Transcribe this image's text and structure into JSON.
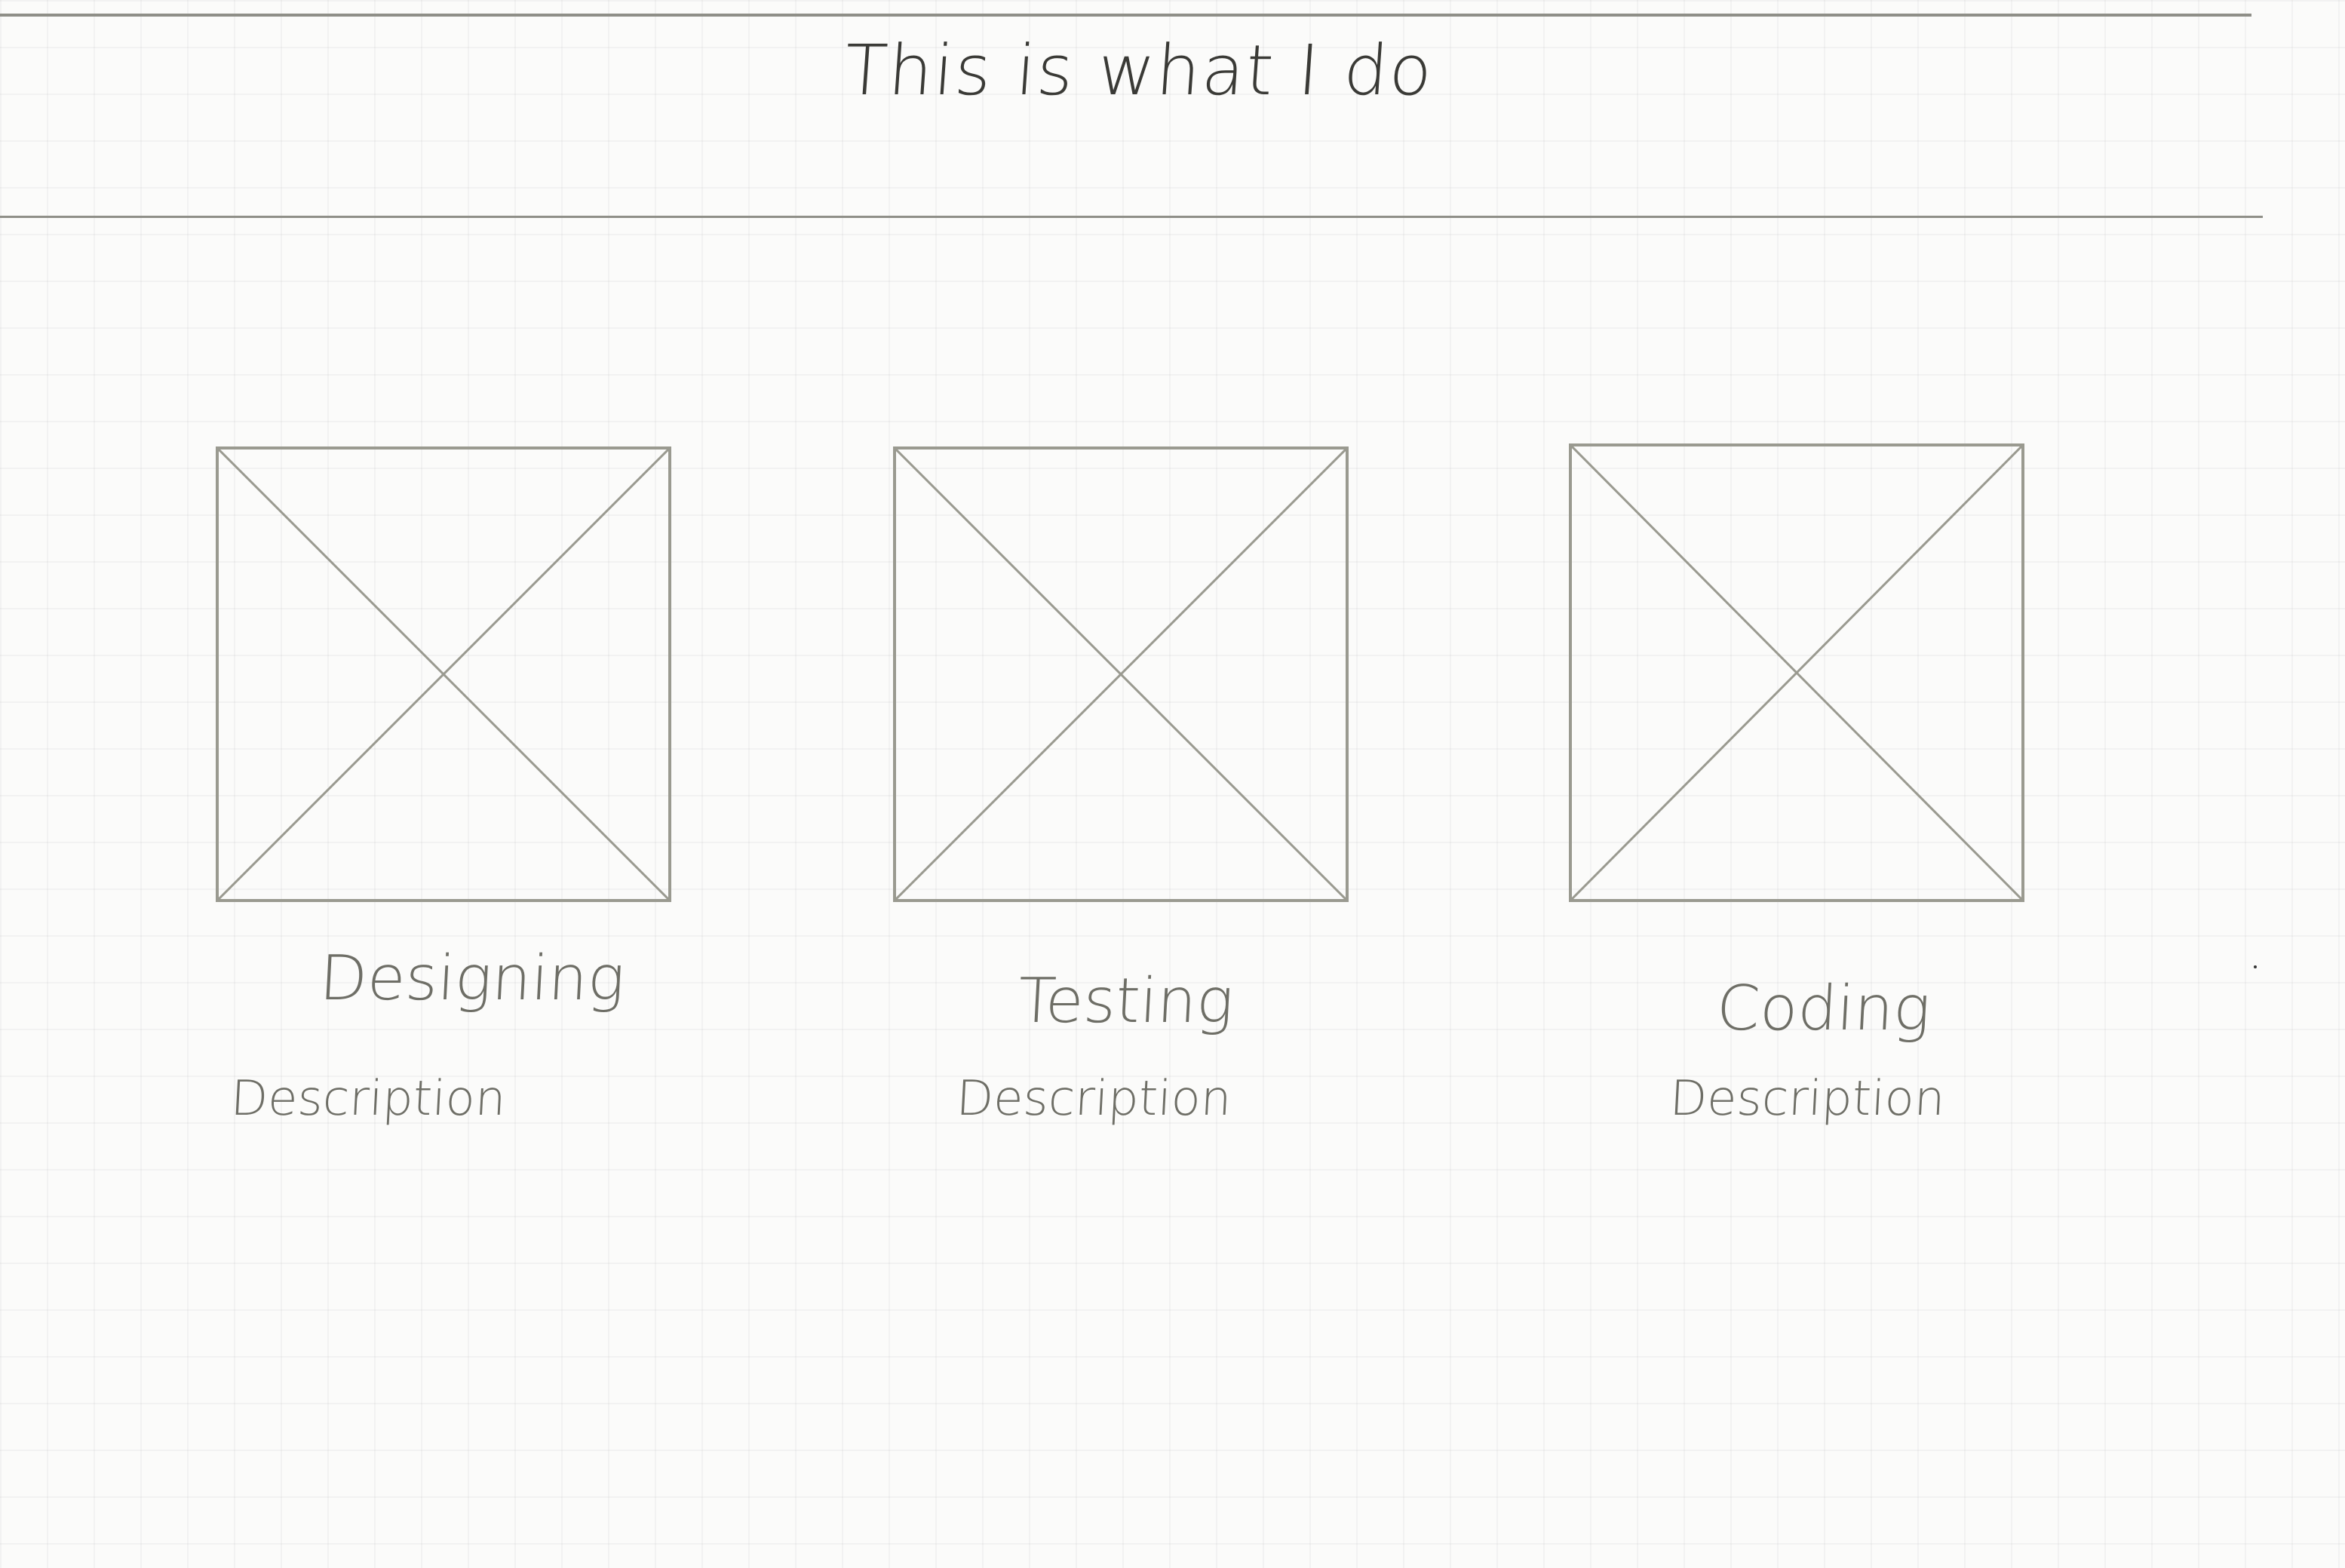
{
  "heading": "This is what I do",
  "cards": [
    {
      "title": "Designing",
      "description": "Description"
    },
    {
      "title": "Testing",
      "description": "Description"
    },
    {
      "title": "Coding",
      "description": "Description"
    }
  ],
  "colors": {
    "paper": "#fbfbfa",
    "pencil": "#9a9a90",
    "ink": "#3a3a36"
  }
}
